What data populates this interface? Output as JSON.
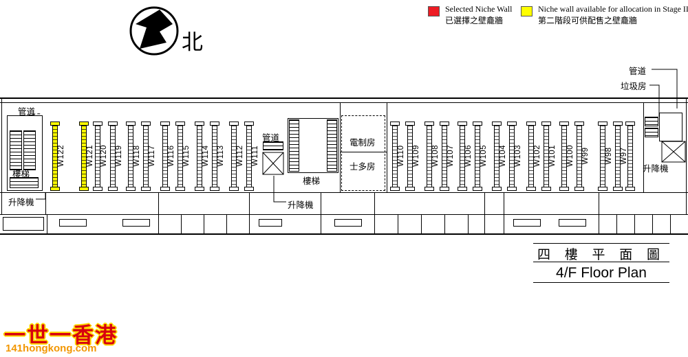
{
  "colors": {
    "selected": "#ed1c24",
    "stage2": "#ffff00",
    "line": "#000000"
  },
  "compass": {
    "north_label": "北"
  },
  "legend": {
    "items": [
      {
        "color": "#ed1c24",
        "label_en": "Selected Niche Wall",
        "label_zh": "已選擇之壁龕牆"
      },
      {
        "color": "#ffff00",
        "label_en": "Niche wall available for allocation in Stage II",
        "label_zh": "第二階段可供配售之壁龕牆"
      }
    ]
  },
  "walls": [
    {
      "label": "W122",
      "status": "stage2"
    },
    {
      "label": "W121",
      "status": "stage2"
    },
    {
      "label": "W120",
      "status": ""
    },
    {
      "label": "W119",
      "status": ""
    },
    {
      "label": "W118",
      "status": ""
    },
    {
      "label": "W117",
      "status": ""
    },
    {
      "label": "W116",
      "status": ""
    },
    {
      "label": "W115",
      "status": ""
    },
    {
      "label": "W114",
      "status": ""
    },
    {
      "label": "W113",
      "status": ""
    },
    {
      "label": "W112",
      "status": ""
    },
    {
      "label": "W111",
      "status": ""
    },
    {
      "label": "W110",
      "status": ""
    },
    {
      "label": "W109",
      "status": ""
    },
    {
      "label": "W108",
      "status": ""
    },
    {
      "label": "W107",
      "status": ""
    },
    {
      "label": "W106",
      "status": ""
    },
    {
      "label": "W105",
      "status": ""
    },
    {
      "label": "W104",
      "status": ""
    },
    {
      "label": "W103",
      "status": ""
    },
    {
      "label": "W102",
      "status": ""
    },
    {
      "label": "W101",
      "status": ""
    },
    {
      "label": "W100",
      "status": ""
    },
    {
      "label": "W99",
      "status": ""
    },
    {
      "label": "W98",
      "status": ""
    },
    {
      "label": "W97",
      "status": ""
    }
  ],
  "rooms": {
    "duct_left": "管道",
    "stair_left": "樓梯",
    "lift_left": "升降機",
    "duct_mid": "管道",
    "stair_mid": "樓梯",
    "lift_mid": "升降機",
    "electrical_room": "電制房",
    "store_room": "士多房",
    "duct_right": "管道",
    "refuse_room": "垃圾房",
    "lift_right": "升降機"
  },
  "title": {
    "zh": "四 樓 平 面 圖",
    "en": "4/F Floor Plan"
  },
  "watermark": {
    "line1": "一世一香港",
    "line2": "141hongkong.com"
  }
}
